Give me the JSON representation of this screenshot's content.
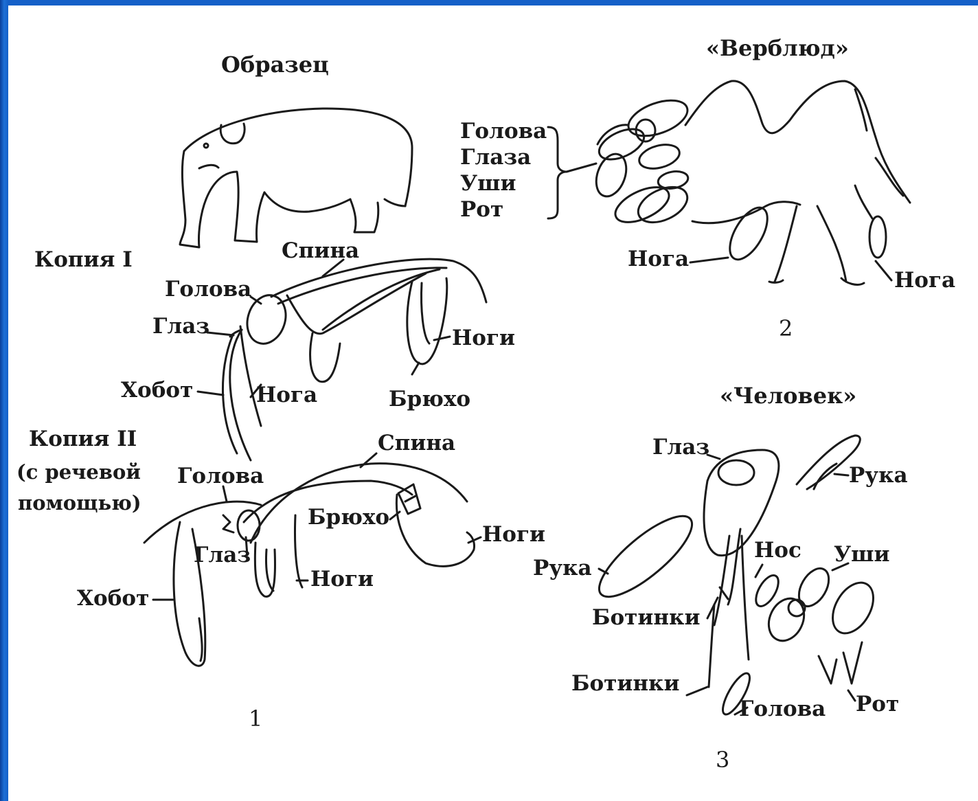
{
  "colors": {
    "frame": "#1560c8",
    "sheet": "#ffffff",
    "ink": "#1a1a1a"
  },
  "panel1": {
    "sample_title": "Образец",
    "copy1": {
      "title": "Копия I",
      "labels": {
        "back": "Спина",
        "head": "Голова",
        "eye": "Глаз",
        "legs": "Ноги",
        "trunk": "Хобот",
        "leg": "Нога",
        "belly": "Брюхо"
      }
    },
    "copy2": {
      "title_lines": [
        "Копия II",
        "(с речевой",
        "помощью)"
      ],
      "labels": {
        "back": "Спина",
        "head": "Голова",
        "belly": "Брюхо",
        "legs_right": "Ноги",
        "eye": "Глаз",
        "legs": "Ноги",
        "trunk": "Хобот"
      }
    },
    "number": "1"
  },
  "panel2": {
    "title": "«Верблюд»",
    "stacked_labels": [
      "Голова",
      "Глаза",
      "Уши",
      "Рот"
    ],
    "leg_left": "Нога",
    "leg_right": "Нога",
    "number": "2"
  },
  "panel3": {
    "title": "«Человек»",
    "labels": {
      "eye": "Глаз",
      "arm_right": "Рука",
      "nose": "Нос",
      "ears": "Уши",
      "arm_left": "Рука",
      "boots1": "Ботинки",
      "boots2": "Ботинки",
      "head": "Голова",
      "mouth": "Рот"
    },
    "number": "3"
  }
}
